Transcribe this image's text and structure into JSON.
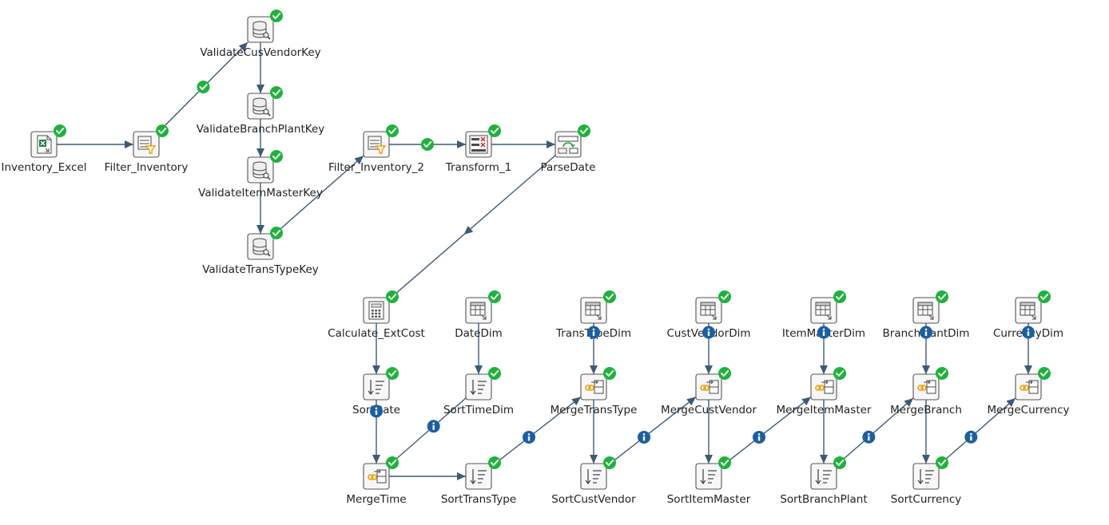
{
  "nodes": [
    {
      "id": "inventory_excel",
      "label": "Inventory_Excel",
      "icon": "excel-icon",
      "status": "success"
    },
    {
      "id": "filter_inventory",
      "label": "Filter_Inventory",
      "icon": "filter-icon",
      "status": "success"
    },
    {
      "id": "validate_cus_vendor_key",
      "label": "ValidateCusVendorKey",
      "icon": "database-lookup-icon",
      "status": "success"
    },
    {
      "id": "validate_branch_plant_key",
      "label": "ValidateBranchPlantKey",
      "icon": "database-lookup-icon",
      "status": "success"
    },
    {
      "id": "validate_item_master_key",
      "label": "ValidateItemMasterKey",
      "icon": "database-lookup-icon",
      "status": "success"
    },
    {
      "id": "validate_trans_type_key",
      "label": "ValidateTransTypeKey",
      "icon": "database-lookup-icon",
      "status": "success"
    },
    {
      "id": "filter_inventory_2",
      "label": "Filter_Inventory_2",
      "icon": "filter-icon",
      "status": "success"
    },
    {
      "id": "transform_1",
      "label": "Transform_1",
      "icon": "transform-icon",
      "status": "success"
    },
    {
      "id": "parse_date",
      "label": "ParseDate",
      "icon": "parse-icon",
      "status": "success"
    },
    {
      "id": "calculate_ext_cost",
      "label": "Calculate_ExtCost",
      "icon": "calculator-icon",
      "status": "success"
    },
    {
      "id": "date_dim",
      "label": "DateDim",
      "icon": "table-icon",
      "status": "success"
    },
    {
      "id": "trans_type_dim",
      "label": "TransTypeDim",
      "icon": "table-icon",
      "status": "success"
    },
    {
      "id": "cust_vendor_dim",
      "label": "CustVendorDim",
      "icon": "table-icon",
      "status": "success"
    },
    {
      "id": "item_master_dim",
      "label": "ItemMasterDim",
      "icon": "table-icon",
      "status": "success"
    },
    {
      "id": "branch_plant_dim",
      "label": "BranchPlantDim",
      "icon": "table-icon",
      "status": "success"
    },
    {
      "id": "currency_dim",
      "label": "CurrencyDim",
      "icon": "table-icon",
      "status": "success"
    },
    {
      "id": "sort_date",
      "label": "SortDate",
      "icon": "sort-icon",
      "status": "success"
    },
    {
      "id": "sort_time_dim",
      "label": "SortTimeDim",
      "icon": "sort-icon",
      "status": "success"
    },
    {
      "id": "merge_trans_type",
      "label": "MergeTransType",
      "icon": "merge-join-icon",
      "status": "success"
    },
    {
      "id": "merge_cust_vendor",
      "label": "MergeCustVendor",
      "icon": "merge-join-icon",
      "status": "success"
    },
    {
      "id": "merge_item_master",
      "label": "MergeItemMaster",
      "icon": "merge-join-icon",
      "status": "success"
    },
    {
      "id": "merge_branch",
      "label": "MergeBranch",
      "icon": "merge-join-icon",
      "status": "success"
    },
    {
      "id": "merge_currency",
      "label": "MergeCurrency",
      "icon": "merge-join-icon",
      "status": "success"
    },
    {
      "id": "merge_time",
      "label": "MergeTime",
      "icon": "merge-join-icon",
      "status": "success"
    },
    {
      "id": "sort_trans_type",
      "label": "SortTransType",
      "icon": "sort-icon",
      "status": "success"
    },
    {
      "id": "sort_cust_vendor",
      "label": "SortCustVendor",
      "icon": "sort-icon",
      "status": "success"
    },
    {
      "id": "sort_item_master",
      "label": "SortItemMaster",
      "icon": "sort-icon",
      "status": "success"
    },
    {
      "id": "sort_branch_plant",
      "label": "SortBranchPlant",
      "icon": "sort-icon",
      "status": "success"
    },
    {
      "id": "sort_currency",
      "label": "SortCurrency",
      "icon": "sort-icon",
      "status": "success"
    }
  ],
  "hops": [
    {
      "from": "inventory_excel",
      "to": "filter_inventory",
      "badge": "none"
    },
    {
      "from": "filter_inventory",
      "to": "validate_cus_vendor_key",
      "badge": "success"
    },
    {
      "from": "validate_cus_vendor_key",
      "to": "validate_branch_plant_key",
      "badge": "none"
    },
    {
      "from": "validate_branch_plant_key",
      "to": "validate_item_master_key",
      "badge": "none"
    },
    {
      "from": "validate_item_master_key",
      "to": "validate_trans_type_key",
      "badge": "none"
    },
    {
      "from": "validate_trans_type_key",
      "to": "filter_inventory_2",
      "badge": "none"
    },
    {
      "from": "filter_inventory_2",
      "to": "transform_1",
      "badge": "success"
    },
    {
      "from": "transform_1",
      "to": "parse_date",
      "badge": "none"
    },
    {
      "from": "parse_date",
      "to": "calculate_ext_cost",
      "badge": "none"
    },
    {
      "from": "calculate_ext_cost",
      "to": "sort_date",
      "badge": "none"
    },
    {
      "from": "date_dim",
      "to": "sort_time_dim",
      "badge": "none"
    },
    {
      "from": "sort_date",
      "to": "merge_time",
      "badge": "info"
    },
    {
      "from": "sort_time_dim",
      "to": "merge_time",
      "badge": "info"
    },
    {
      "from": "merge_time",
      "to": "sort_trans_type",
      "badge": "none"
    },
    {
      "from": "sort_trans_type",
      "to": "merge_trans_type",
      "badge": "info"
    },
    {
      "from": "trans_type_dim",
      "to": "merge_trans_type",
      "badge": "info"
    },
    {
      "from": "merge_trans_type",
      "to": "sort_cust_vendor",
      "badge": "none"
    },
    {
      "from": "sort_cust_vendor",
      "to": "merge_cust_vendor",
      "badge": "info"
    },
    {
      "from": "cust_vendor_dim",
      "to": "merge_cust_vendor",
      "badge": "info"
    },
    {
      "from": "merge_cust_vendor",
      "to": "sort_item_master",
      "badge": "none"
    },
    {
      "from": "sort_item_master",
      "to": "merge_item_master",
      "badge": "info"
    },
    {
      "from": "item_master_dim",
      "to": "merge_item_master",
      "badge": "info"
    },
    {
      "from": "merge_item_master",
      "to": "sort_branch_plant",
      "badge": "none"
    },
    {
      "from": "sort_branch_plant",
      "to": "merge_branch",
      "badge": "info"
    },
    {
      "from": "branch_plant_dim",
      "to": "merge_branch",
      "badge": "info"
    },
    {
      "from": "merge_branch",
      "to": "sort_currency",
      "badge": "none"
    },
    {
      "from": "sort_currency",
      "to": "merge_currency",
      "badge": "info"
    },
    {
      "from": "currency_dim",
      "to": "merge_currency",
      "badge": "info"
    }
  ],
  "colors": {
    "hop_line": "#3d5a76",
    "success_badge": "#1db33b",
    "info_badge": "#1b5fa3",
    "icon_border": "#555555",
    "icon_fill": "#f7f7f7",
    "icon_glyph": "#4a4a4a",
    "filter_accent": "#f0a000",
    "excel_accent": "#1f7a45",
    "error_mark": "#d02020",
    "parse_accent": "#27a845"
  }
}
